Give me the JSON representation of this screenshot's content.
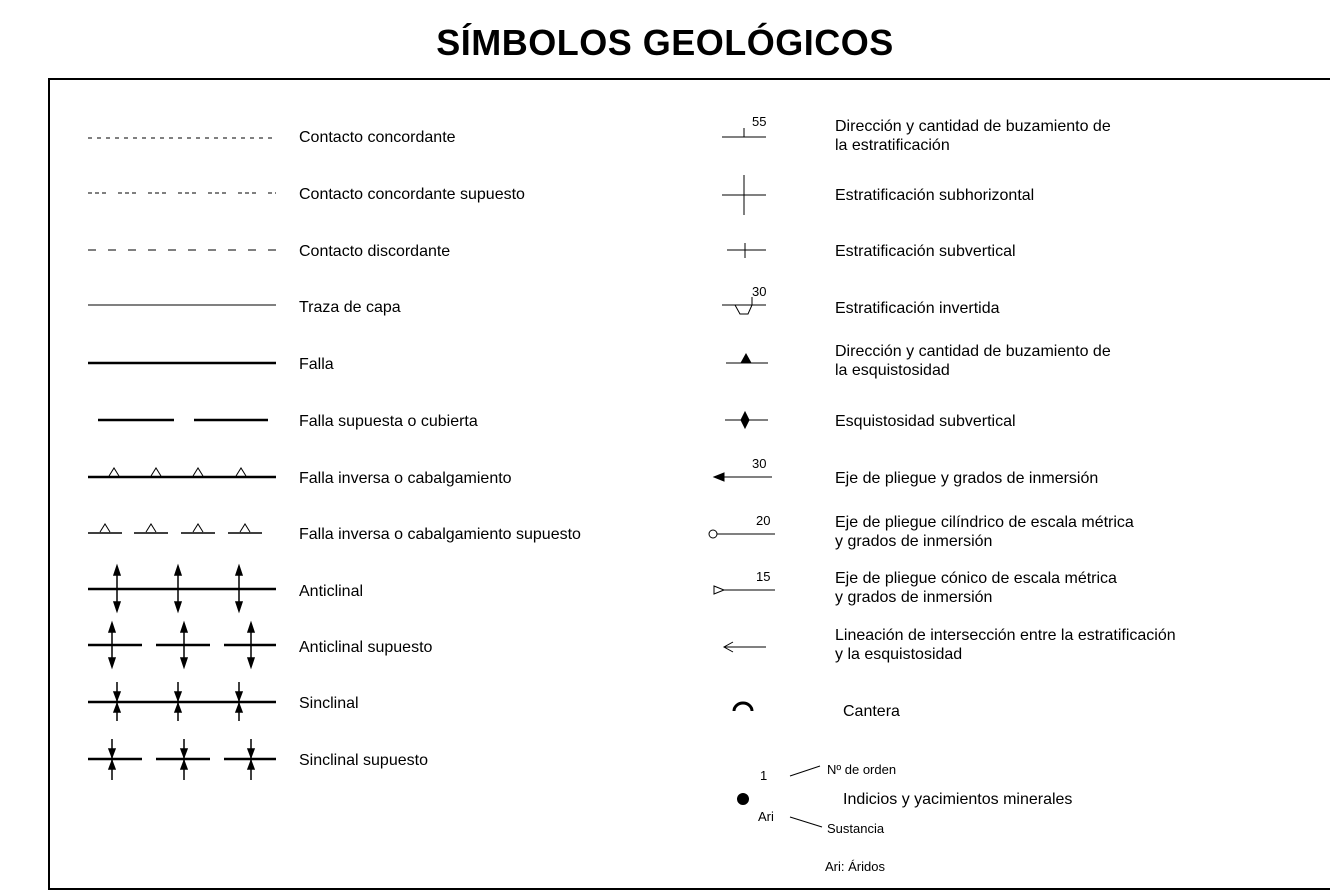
{
  "title": "SÍMBOLOS GEOLÓGICOS",
  "left_column": [
    {
      "symbol": "dotted-fine-line",
      "label": "Contacto concordante"
    },
    {
      "symbol": "dashed-groups-line",
      "label": "Contacto concordante supuesto"
    },
    {
      "symbol": "dashed-line",
      "label": "Contacto discordante"
    },
    {
      "symbol": "thin-solid-line",
      "label": "Traza de capa"
    },
    {
      "symbol": "thick-solid-line",
      "label": "Falla"
    },
    {
      "symbol": "broken-thick-line",
      "label": "Falla supuesta o cubierta"
    },
    {
      "symbol": "thrust-triangle-line",
      "label": "Falla inversa o cabalgamiento"
    },
    {
      "symbol": "thrust-triangle-broken-line",
      "label": "Falla inversa o cabalgamiento supuesto"
    },
    {
      "symbol": "anticline-arrows",
      "label": "Anticlinal"
    },
    {
      "symbol": "anticline-arrows-broken",
      "label": "Anticlinal supuesto"
    },
    {
      "symbol": "syncline-arrows",
      "label": "Sinclinal"
    },
    {
      "symbol": "syncline-arrows-broken",
      "label": "Sinclinal supuesto"
    }
  ],
  "right_column": [
    {
      "symbol": "dip-tick",
      "value": "55",
      "label": "Dirección y cantidad de buzamiento de\nla estratificación"
    },
    {
      "symbol": "cross",
      "label": "Estratificación subhorizontal"
    },
    {
      "symbol": "small-cross",
      "label": "Estratificación subvertical"
    },
    {
      "symbol": "overturned-tick",
      "value": "30",
      "label": "Estratificación invertida"
    },
    {
      "symbol": "schistosity-triangle",
      "label": "Dirección y cantidad de buzamiento de\nla esquistosidad"
    },
    {
      "symbol": "schistosity-diamond",
      "label": "Esquistosidad subvertical"
    },
    {
      "symbol": "fold-axis-arrow",
      "value": "30",
      "label": "Eje de pliegue y grados de inmersión"
    },
    {
      "symbol": "fold-axis-circle",
      "value": "20",
      "label": "Eje de pliegue cilíndrico de escala métrica\ny grados de inmersión"
    },
    {
      "symbol": "fold-axis-triangle",
      "value": "15",
      "label": "Eje de pliegue cónico de escala métrica\ny grados de inmersión"
    },
    {
      "symbol": "intersection-arrow",
      "label": "Lineación de intersección entre la estratificación\ny la esquistosidad"
    },
    {
      "symbol": "quarry-arc",
      "label": "Cantera"
    }
  ],
  "mineral": {
    "number": "1",
    "number_label": "Nº de orden",
    "label": "Indicios y yacimientos minerales",
    "substance": "Ari",
    "substance_label": "Sustancia",
    "legend": "Ari: Áridos"
  }
}
